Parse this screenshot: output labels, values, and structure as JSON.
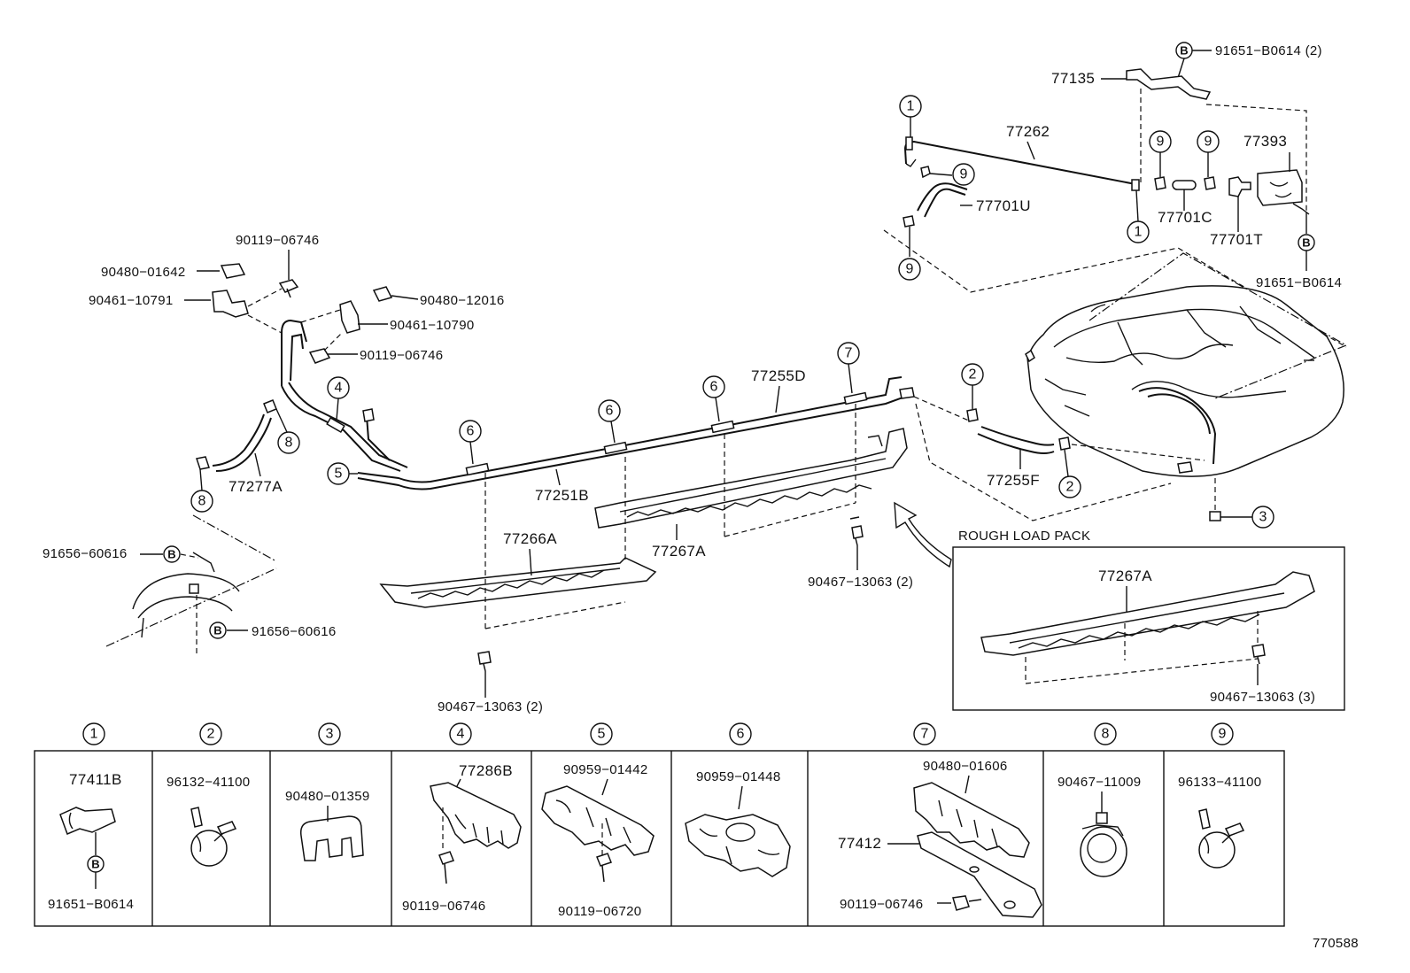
{
  "labels": {
    "p91651_b0614_2": "91651−B0614 (2)",
    "p77135": "77135",
    "p77262": "77262",
    "p77393": "77393",
    "p77701u": "77701U",
    "p77701c": "77701C",
    "p77701t": "77701T",
    "p91651_b0614": "91651−B0614",
    "p90119_06746_a": "90119−06746",
    "p90480_01642": "90480−01642",
    "p90461_10791": "90461−10791",
    "p90480_12016": "90480−12016",
    "p90461_10790": "90461−10790",
    "p90119_06746_b": "90119−06746",
    "p77255d": "77255D",
    "p77277a": "77277A",
    "p77251b": "77251B",
    "p77255f": "77255F",
    "p77266a": "77266A",
    "p77267a": "77267A",
    "p90467_13063_2a": "90467−13063 (2)",
    "p91656_60616_a": "91656−60616",
    "p91656_60616_b": "91656−60616",
    "p90467_13063_2b": "90467−13063 (2)",
    "rough_load_pack": "ROUGH LOAD PACK",
    "p77267a_rlp": "77267A",
    "p90467_13063_3": "90467−13063 (3)",
    "figure_id": "770588"
  },
  "callouts": {
    "c1": "1",
    "c2": "2",
    "c3": "3",
    "c4": "4",
    "c5": "5",
    "c6": "6",
    "c7": "7",
    "c8": "8",
    "c9": "9",
    "cB": "B"
  },
  "legend": [
    {
      "num": "1",
      "parts": [
        "77411B",
        "91651−B0614"
      ]
    },
    {
      "num": "2",
      "parts": [
        "96132−41100"
      ]
    },
    {
      "num": "3",
      "parts": [
        "90480−01359"
      ]
    },
    {
      "num": "4",
      "parts": [
        "77286B",
        "90119−06746"
      ]
    },
    {
      "num": "5",
      "parts": [
        "90959−01442",
        "90119−06720"
      ]
    },
    {
      "num": "6",
      "parts": [
        "90959−01448"
      ]
    },
    {
      "num": "7",
      "parts": [
        "90480−01606",
        "77412",
        "90119−06746"
      ]
    },
    {
      "num": "8",
      "parts": [
        "90467−11009"
      ]
    },
    {
      "num": "9",
      "parts": [
        "96133−41100"
      ]
    }
  ]
}
